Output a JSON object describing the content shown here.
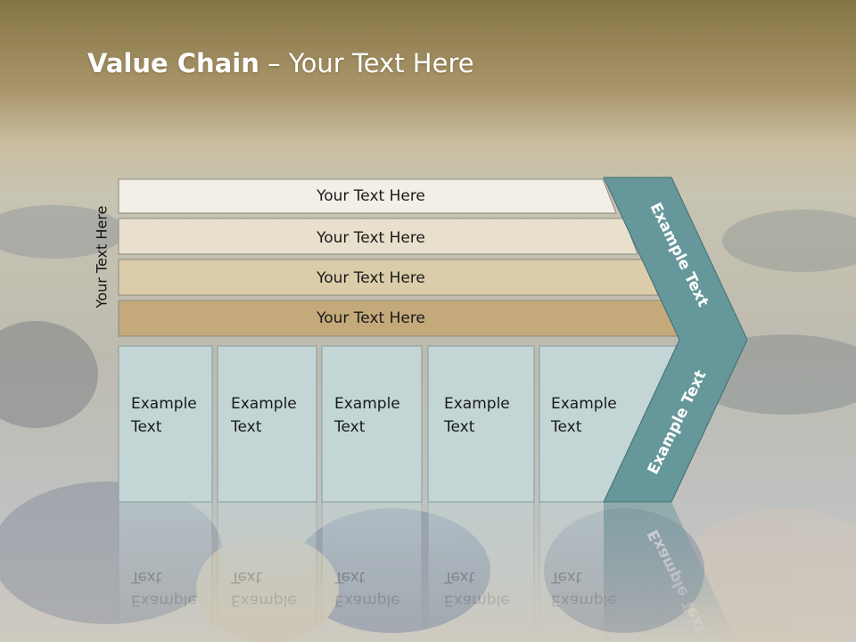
{
  "slide": {
    "title_bold": "Value Chain",
    "title_rest": " – Your Text Here",
    "side_label": "Your Text Here"
  },
  "bands": [
    {
      "label": "Your Text Here",
      "color": "#f2efe6"
    },
    {
      "label": "Your Text Here",
      "color": "#e8e0cc"
    },
    {
      "label": "Your Text Here",
      "color": "#dccdaa"
    },
    {
      "label": "Your Text Here",
      "color": "#c4aa7b"
    }
  ],
  "boxes": [
    {
      "line1": "Example",
      "line2": "Text"
    },
    {
      "line1": "Example",
      "line2": "Text"
    },
    {
      "line1": "Example",
      "line2": "Text"
    },
    {
      "line1": "Example",
      "line2": "Text"
    },
    {
      "line1": "Example",
      "line2": "Text"
    }
  ],
  "chevron": {
    "upper_label": "Example Text",
    "lower_label": "Example Text",
    "color": "#66979a"
  },
  "colors": {
    "box_fill": "#c3d5d5",
    "header_gold": "#a89468"
  }
}
